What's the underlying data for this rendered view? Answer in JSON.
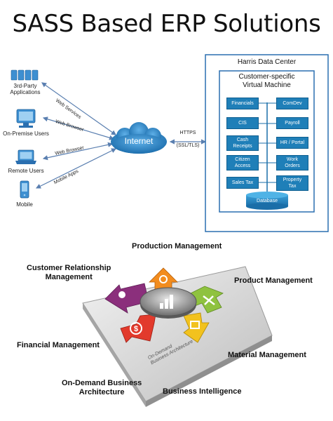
{
  "title": "SASS Based ERP Solutions",
  "network": {
    "clients": [
      {
        "label_1": "3rd-Party",
        "label_2": "Applications"
      },
      {
        "label_1": "On-Premise Users",
        "label_2": ""
      },
      {
        "label_1": "Remote Users",
        "label_2": ""
      },
      {
        "label_1": "Mobile",
        "label_2": ""
      }
    ],
    "links": [
      "Web Services",
      "Web Browser",
      "Web Browser",
      "Mobile Apps"
    ],
    "internet": "Internet",
    "https_1": "HTTPS",
    "https_2": "(SSL/TLS)"
  },
  "datacenter": {
    "title": "Harris Data Center",
    "vm_title_1": "Customer-specific",
    "vm_title_2": "Virtual Machine",
    "modules_left": [
      {
        "l1": "Financials",
        "l2": ""
      },
      {
        "l1": "CIS",
        "l2": ""
      },
      {
        "l1": "Cash",
        "l2": "Receipts"
      },
      {
        "l1": "Citizen",
        "l2": "Access"
      },
      {
        "l1": "Sales Tax",
        "l2": ""
      }
    ],
    "modules_right": [
      {
        "l1": "ComDev",
        "l2": ""
      },
      {
        "l1": "Payroll",
        "l2": ""
      },
      {
        "l1": "HR / Portal",
        "l2": ""
      },
      {
        "l1": "Work",
        "l2": "Orders"
      },
      {
        "l1": "Property",
        "l2": "Tax"
      }
    ],
    "database": "Database"
  },
  "erp": {
    "production": "Production Management",
    "crm_1": "Customer Relationship",
    "crm_2": "Management",
    "product": "Product Management",
    "financial": "Financial Management",
    "material": "Material Management",
    "ondemand_1": "On-Demand Business",
    "ondemand_2": "Architecture",
    "bi": "Business Intelligence",
    "platform_1": "On-Demand",
    "platform_2": "Business Architecture"
  },
  "colors": {
    "accent_blue": "#1f7fb8",
    "border_blue": "#2a6fb0",
    "arrow_orange": "#f28c1e",
    "arrow_green": "#8fc23f",
    "arrow_yellow": "#f2c21e",
    "arrow_red": "#e23a2c",
    "arrow_purple": "#8b2f7c"
  }
}
